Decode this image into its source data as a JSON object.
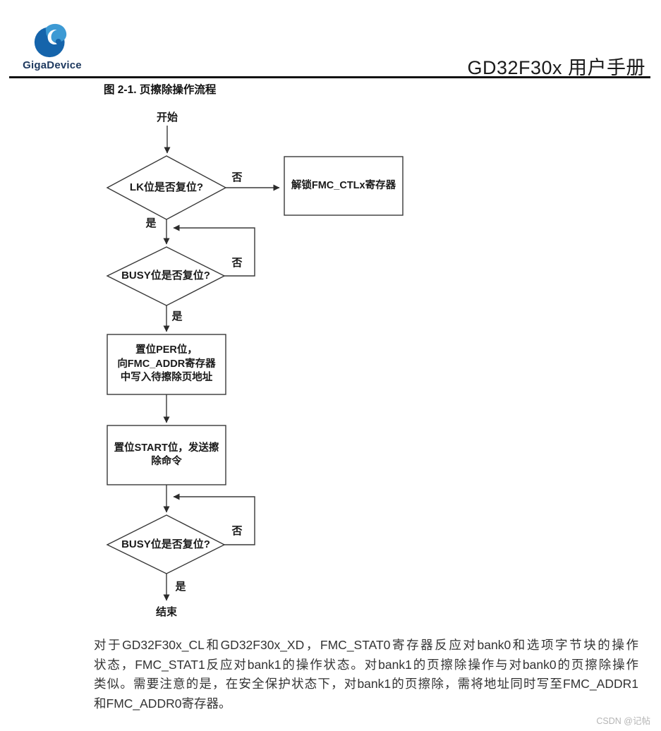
{
  "header": {
    "logo_text": "GigaDevice",
    "doc_title": "GD32F30x 用户手册"
  },
  "figure": {
    "caption": "图 2-1. 页擦除操作流程"
  },
  "flowchart": {
    "start": "开始",
    "end": "结束",
    "yes": "是",
    "no": "否",
    "decision_lk": "LK位是否复位?",
    "unlock_box": "解锁FMC_CTLx寄存器",
    "decision_busy1": "BUSY位是否复位?",
    "per_box_lines": [
      "置位PER位，",
      "向FMC_ADDR寄存器",
      "中写入待擦除页地址"
    ],
    "start_box_lines": [
      "置位START位，发送擦",
      "除命令"
    ],
    "decision_busy2": "BUSY位是否复位?"
  },
  "paragraph": {
    "lines": [
      "对于GD32F30x_CL和GD32F30x_XD，FMC_STAT0寄存器反应对bank0和选项字节块的操作",
      "状态，FMC_STAT1反应对bank1的操作状态。对bank1的页擦除操作与对bank0的页擦除操作",
      "类似。需要注意的是，在安全保护状态下，对bank1的页擦除，需将地址同时写至FMC_ADDR1",
      "和FMC_ADDR0寄存器。"
    ]
  },
  "watermark": "CSDN @记帖",
  "colors": {
    "logo_blue": "#1564ab",
    "logo_light_blue": "#3d9ad4",
    "logo_wordmark": "#1f3a60",
    "ink": "#1a1a1a",
    "diagram_line": "#383838",
    "watermark_gray": "#b5b5b5"
  }
}
